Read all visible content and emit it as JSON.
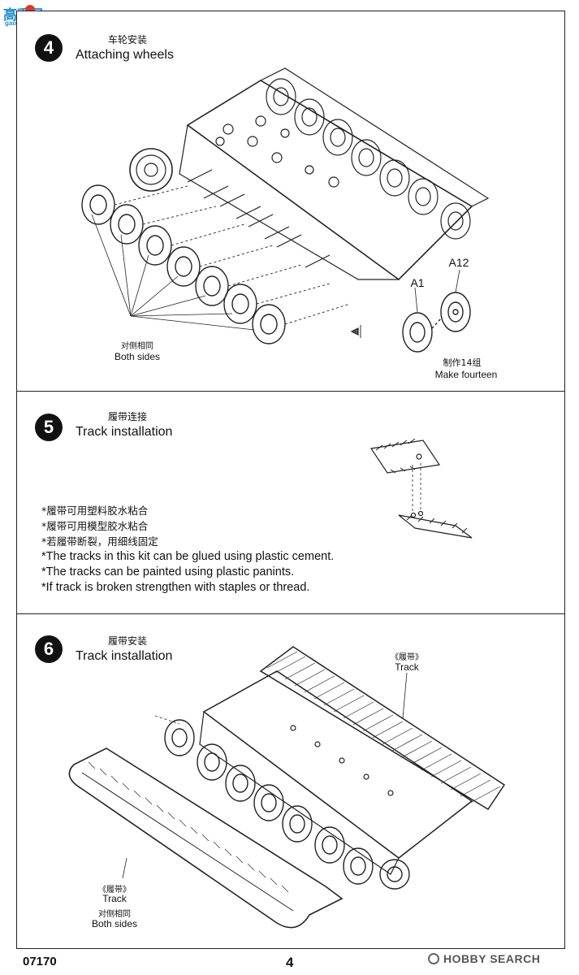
{
  "watermark_logo": {
    "chinese": "高手网",
    "site": "gao-shou.com"
  },
  "steps": [
    {
      "number": "4",
      "title_zh": "车轮安装",
      "title_en": "Attaching wheels",
      "labels": {
        "both_sides_zh": "对侧相同",
        "both_sides_en": "Both sides",
        "part_a1": "A1",
        "part_a12": "A12",
        "make_zh": "制作14组",
        "make_en": "Make fourteen"
      }
    },
    {
      "number": "5",
      "title_zh": "履带连接",
      "title_en": "Track installation",
      "notes_zh": [
        "*履带可用塑料胶水粘合",
        "*履带可用模型胶水粘合",
        "*若履带断裂，用细线固定"
      ],
      "notes_en": [
        "*The tracks in this kit can be glued using plastic cement.",
        "*The tracks can be painted using plastic panints.",
        "*If track is broken strengthen with staples or thread."
      ]
    },
    {
      "number": "6",
      "title_zh": "履带安装",
      "title_en": "Track installation",
      "labels": {
        "track_top_zh": "《履带》",
        "track_top_en": "Track",
        "track_left_zh": "《履带》",
        "track_left_en": "Track",
        "both_sides_zh": "对侧相同",
        "both_sides_en": "Both sides"
      }
    }
  ],
  "footer": {
    "kit_number": "07170",
    "page_number": "4",
    "watermark": "HOBBY SEARCH"
  }
}
